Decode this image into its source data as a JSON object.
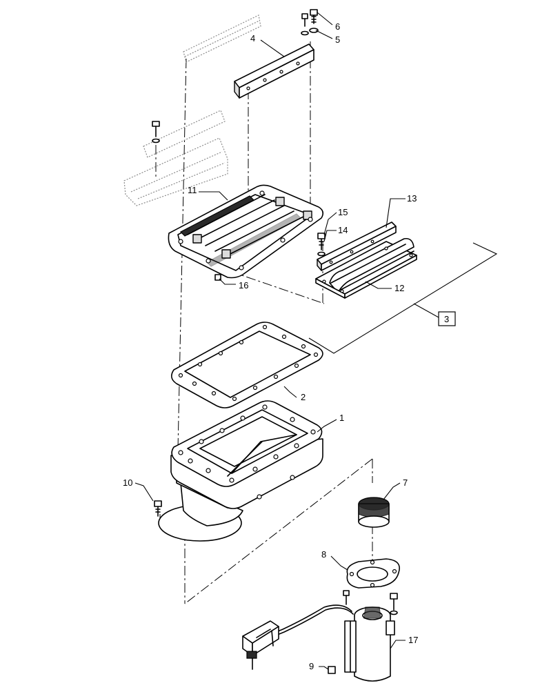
{
  "callouts": [
    {
      "id": "c1",
      "label": "1"
    },
    {
      "id": "c2",
      "label": "2"
    },
    {
      "id": "c3",
      "label": "3"
    },
    {
      "id": "c4",
      "label": "4"
    },
    {
      "id": "c5",
      "label": "5"
    },
    {
      "id": "c6",
      "label": "6"
    },
    {
      "id": "c7",
      "label": "7"
    },
    {
      "id": "c8",
      "label": "8"
    },
    {
      "id": "c9",
      "label": "9"
    },
    {
      "id": "c10",
      "label": "10"
    },
    {
      "id": "c11",
      "label": "11"
    },
    {
      "id": "c12",
      "label": "12"
    },
    {
      "id": "c13",
      "label": "13"
    },
    {
      "id": "c14",
      "label": "14"
    },
    {
      "id": "c15",
      "label": "15"
    },
    {
      "id": "c16",
      "label": "16"
    },
    {
      "id": "c17",
      "label": "17"
    }
  ],
  "colors": {
    "line": "#000000",
    "ghost": "#8a8a8a",
    "background": "#ffffff"
  }
}
